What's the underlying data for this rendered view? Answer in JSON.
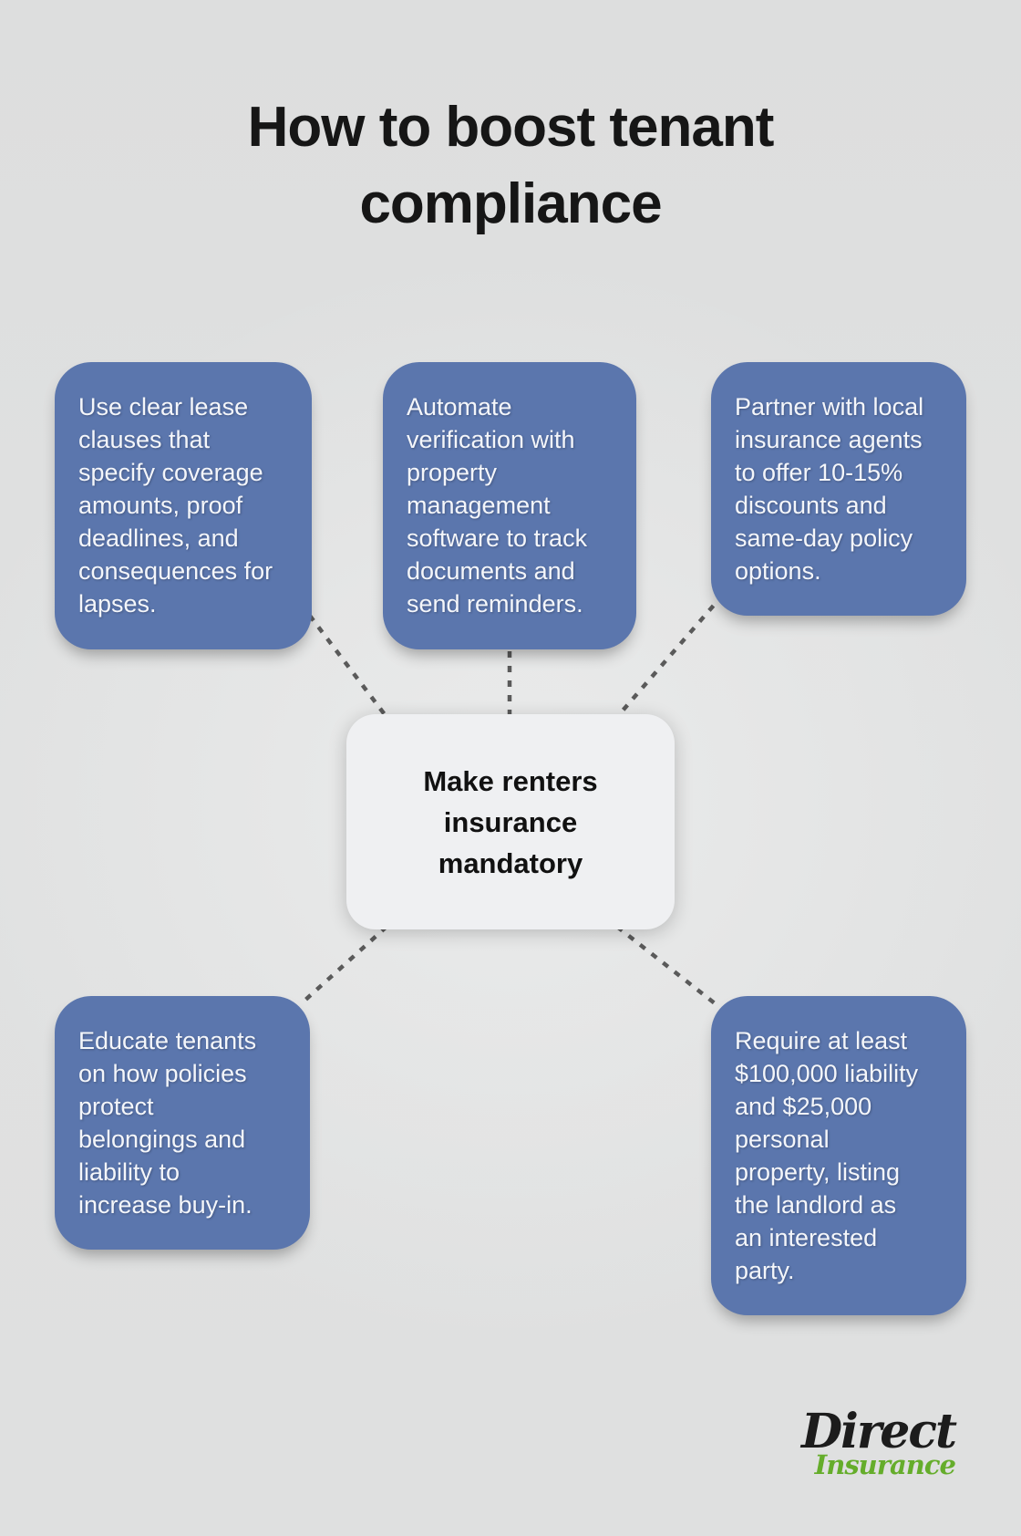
{
  "title": "How to boost tenant\ncompliance",
  "center": {
    "text": "Make renters\ninsurance\nmandatory"
  },
  "tips": [
    {
      "id": "lease-clauses",
      "text": "Use clear lease\nclauses that\nspecify coverage\namounts, proof\ndeadlines, and\nconsequences for\nlapses."
    },
    {
      "id": "automate-verification",
      "text": "Automate\nverification with\nproperty\nmanagement\nsoftware to track\ndocuments and\nsend reminders."
    },
    {
      "id": "partner-agents",
      "text": "Partner with local\ninsurance agents\nto offer 10-15%\ndiscounts and\nsame-day policy\noptions."
    },
    {
      "id": "educate-tenants",
      "text": "Educate tenants\non how policies\nprotect\nbelongings and\nliability to\nincrease buy-in."
    },
    {
      "id": "require-coverage",
      "text": "Require at least\n$100,000 liability\nand $25,000\npersonal\nproperty, listing\nthe landlord as\nan interested\nparty."
    }
  ],
  "logo": {
    "primary": "Direct",
    "secondary": "Insurance"
  },
  "colors": {
    "background": "#dfe0e0",
    "tip_box": "#5b76ad",
    "tip_text": "#f4f6fa",
    "center_box": "#eff0f2",
    "center_text": "#111111",
    "connector": "#5a5a5a",
    "title_text": "#161616",
    "logo_primary": "#1c1c1c",
    "logo_secondary": "#65ad2b"
  }
}
